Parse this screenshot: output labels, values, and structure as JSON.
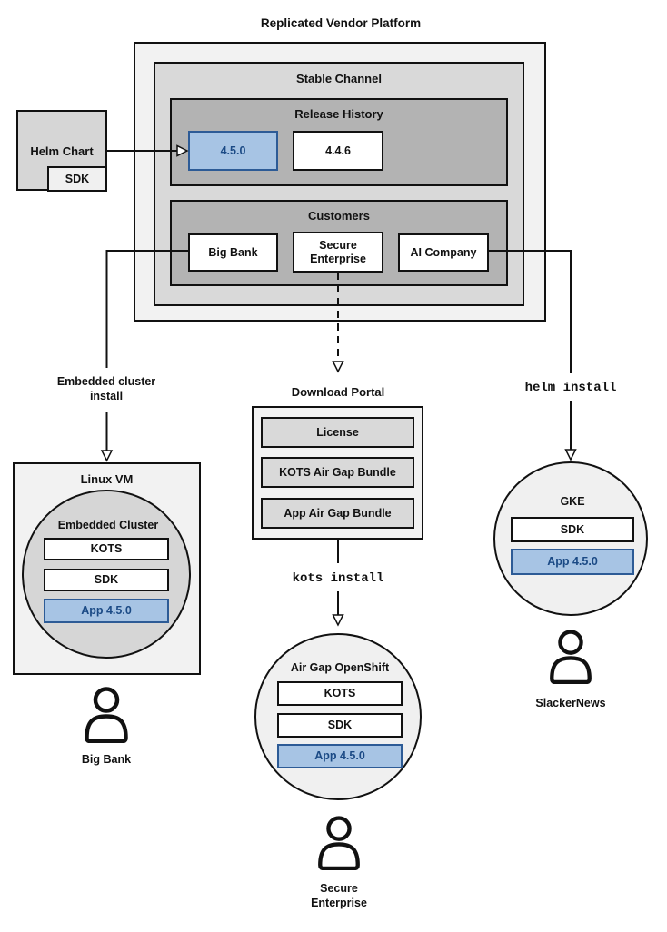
{
  "title": "Replicated Vendor Platform",
  "stable_channel": {
    "title": "Stable Channel"
  },
  "release_history": {
    "title": "Release History",
    "releases": [
      {
        "version": "4.5.0",
        "highlight": true
      },
      {
        "version": "4.4.6",
        "highlight": false
      }
    ]
  },
  "customers": {
    "title": "Customers",
    "items": [
      {
        "name": "Big Bank"
      },
      {
        "name": "Secure Enterprise"
      },
      {
        "name": "AI Company"
      }
    ]
  },
  "helm_chart": {
    "label": "Helm Chart",
    "sdk": "SDK"
  },
  "edge_labels": {
    "embedded_install_line1": "Embedded cluster",
    "embedded_install_line2": "install",
    "helm_install": "helm install",
    "kots_install": "kots install"
  },
  "download_portal": {
    "title": "Download Portal",
    "items": [
      {
        "name": "License"
      },
      {
        "name": "KOTS Air Gap Bundle"
      },
      {
        "name": "App Air Gap Bundle"
      }
    ]
  },
  "linux_vm": {
    "title": "Linux VM",
    "cluster_title": "Embedded Cluster",
    "kots": "KOTS",
    "sdk": "SDK",
    "app": "App 4.5.0",
    "user": "Big Bank"
  },
  "gke": {
    "title": "GKE",
    "sdk": "SDK",
    "app": "App 4.5.0",
    "user": "SlackerNews"
  },
  "openshift": {
    "title": "Air Gap OpenShift",
    "kots": "KOTS",
    "sdk": "SDK",
    "app": "App 4.5.0",
    "user_line1": "Secure",
    "user_line2": "Enterprise"
  },
  "colors": {
    "highlight_fill": "#a7c4e4",
    "highlight_border": "#2d5b96",
    "highlight_text": "#1b4a85",
    "gray_outer": "#f2f2f2",
    "gray_mid": "#d9d9d9",
    "gray_dark": "#b3b3b3",
    "line": "#111111"
  }
}
